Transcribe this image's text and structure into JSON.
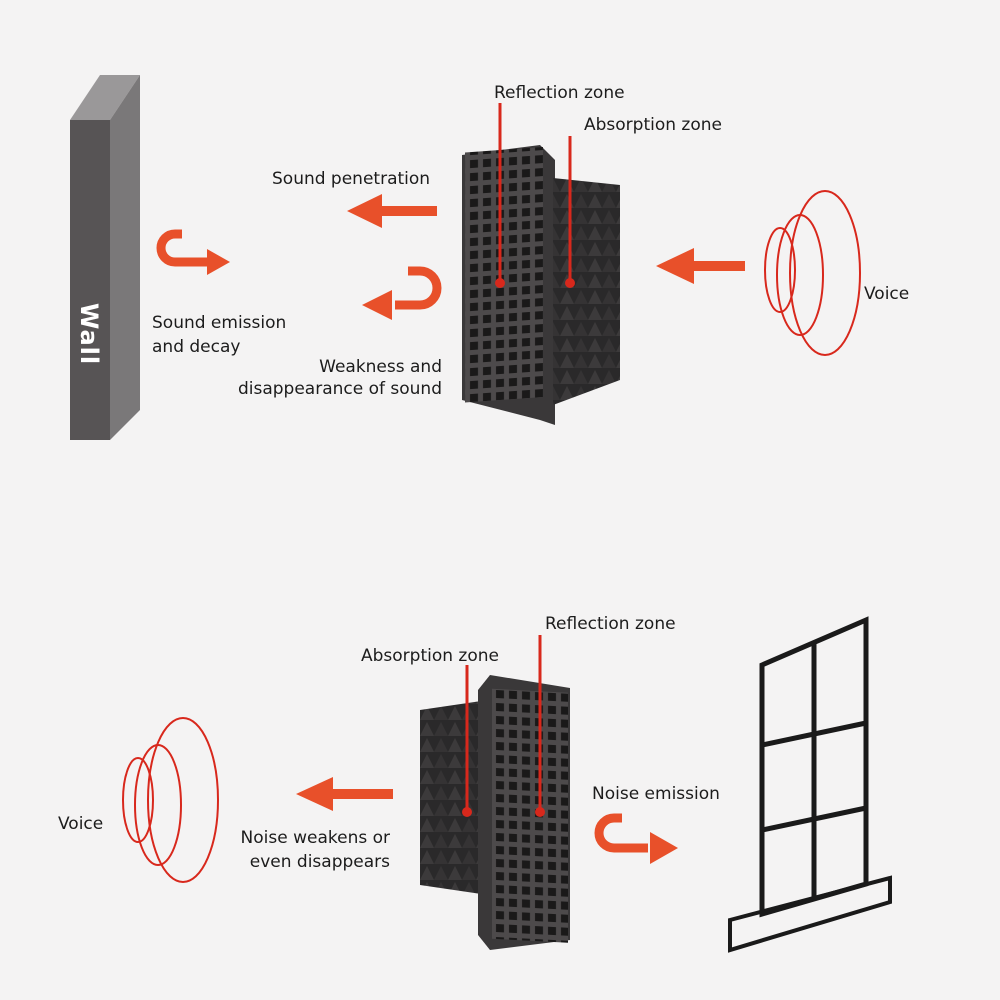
{
  "top": {
    "wall_label": "Wall",
    "reflection_zone": "Reflection zone",
    "absorption_zone": "Absorption zone",
    "sound_penetration": "Sound penetration",
    "sound_emission": "Sound emission\nand decay",
    "weakness": "Weakness and\ndisappearance of sound",
    "voice": "Voice"
  },
  "bottom": {
    "absorption_zone": "Absorption zone",
    "reflection_zone": "Reflection zone",
    "voice": "Voice",
    "noise_weakens": "Noise weakens or\neven disappears",
    "noise_emission": "Noise emission"
  },
  "colors": {
    "accent": "#e8502a",
    "wave": "#d8281c",
    "wall": "#5a5758",
    "panel": "#4a4748",
    "foam": "#2b2a2b"
  }
}
